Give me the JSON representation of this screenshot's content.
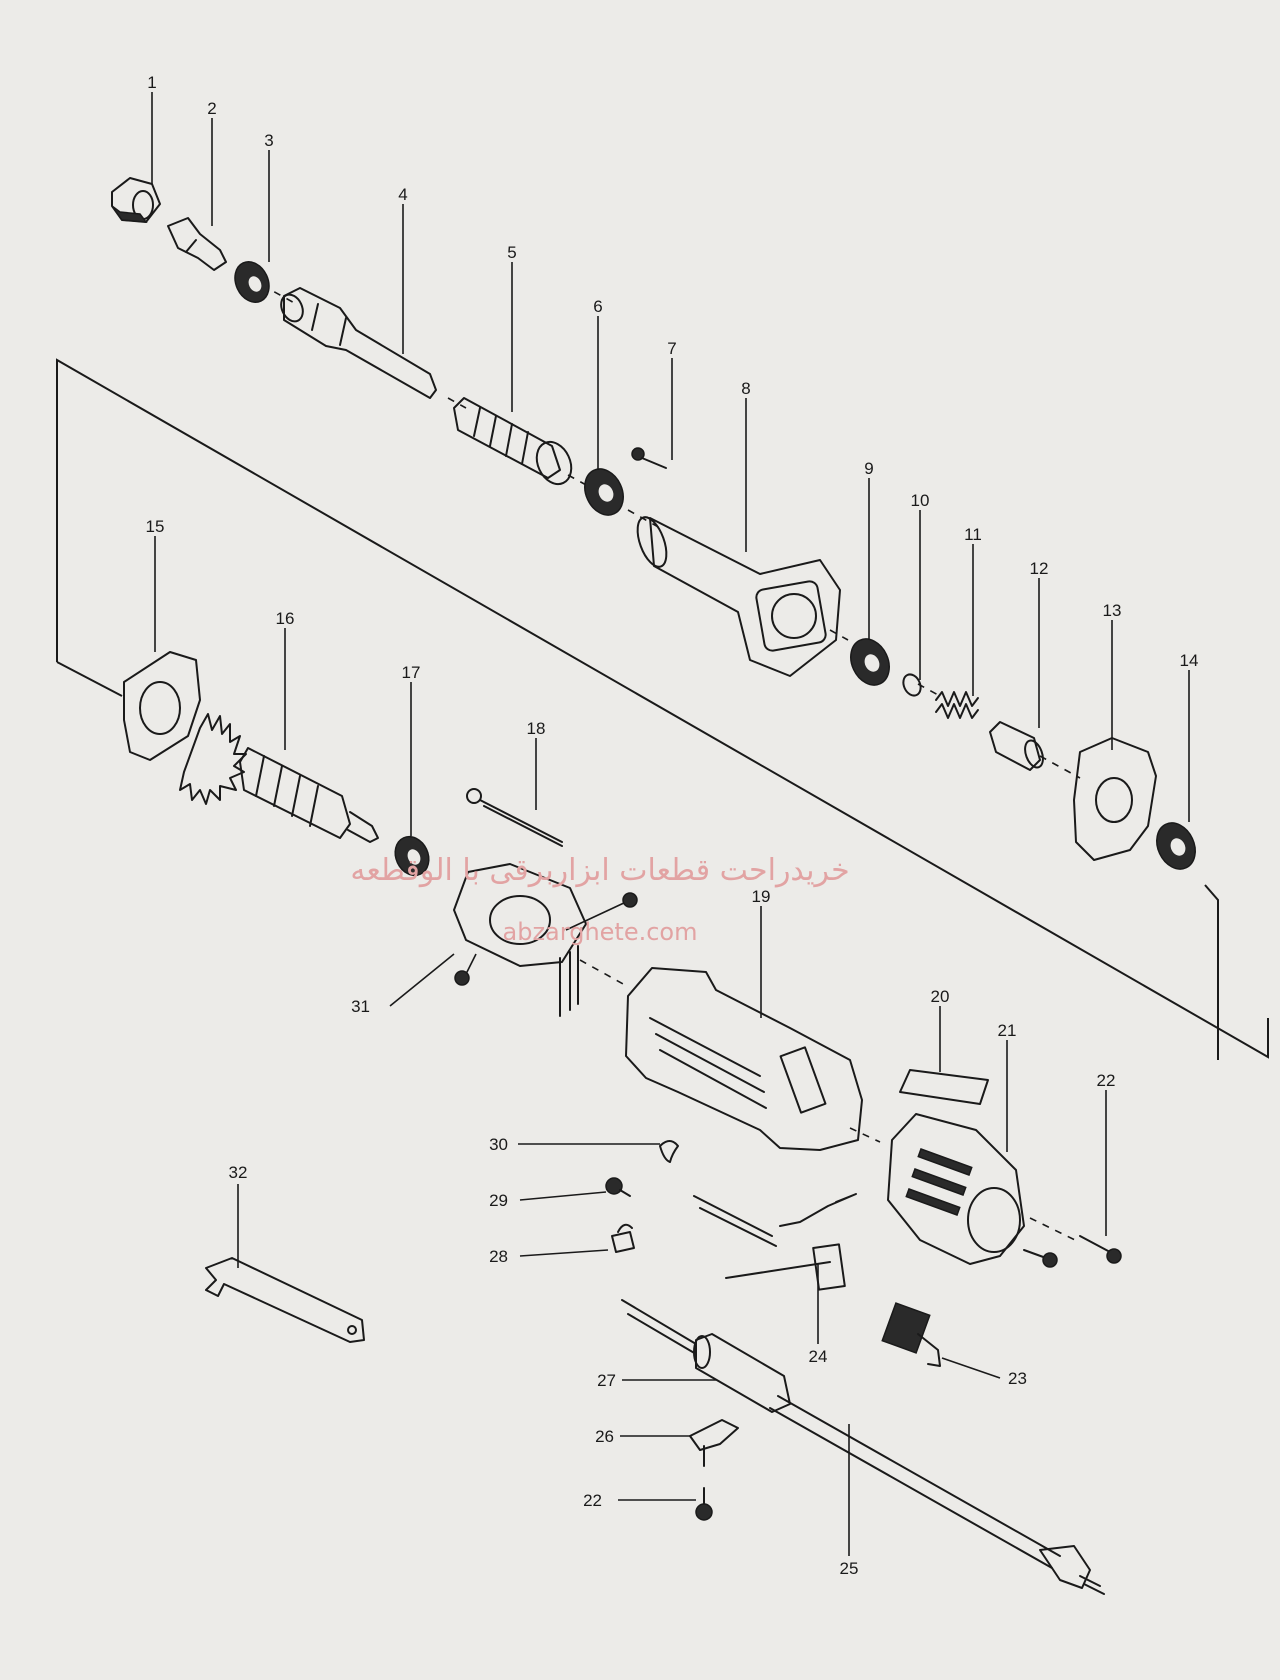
{
  "watermark": {
    "line1": "خریدراحت قطعات ابزاربرقی با الوقطعه",
    "line2": "abzarghete.com"
  },
  "part_numbers": [
    "1",
    "2",
    "3",
    "4",
    "5",
    "6",
    "7",
    "8",
    "9",
    "10",
    "11",
    "12",
    "13",
    "14",
    "15",
    "16",
    "17",
    "18",
    "19",
    "20",
    "21",
    "22",
    "22",
    "23",
    "24",
    "25",
    "26",
    "27",
    "28",
    "29",
    "30",
    "31",
    "32"
  ]
}
